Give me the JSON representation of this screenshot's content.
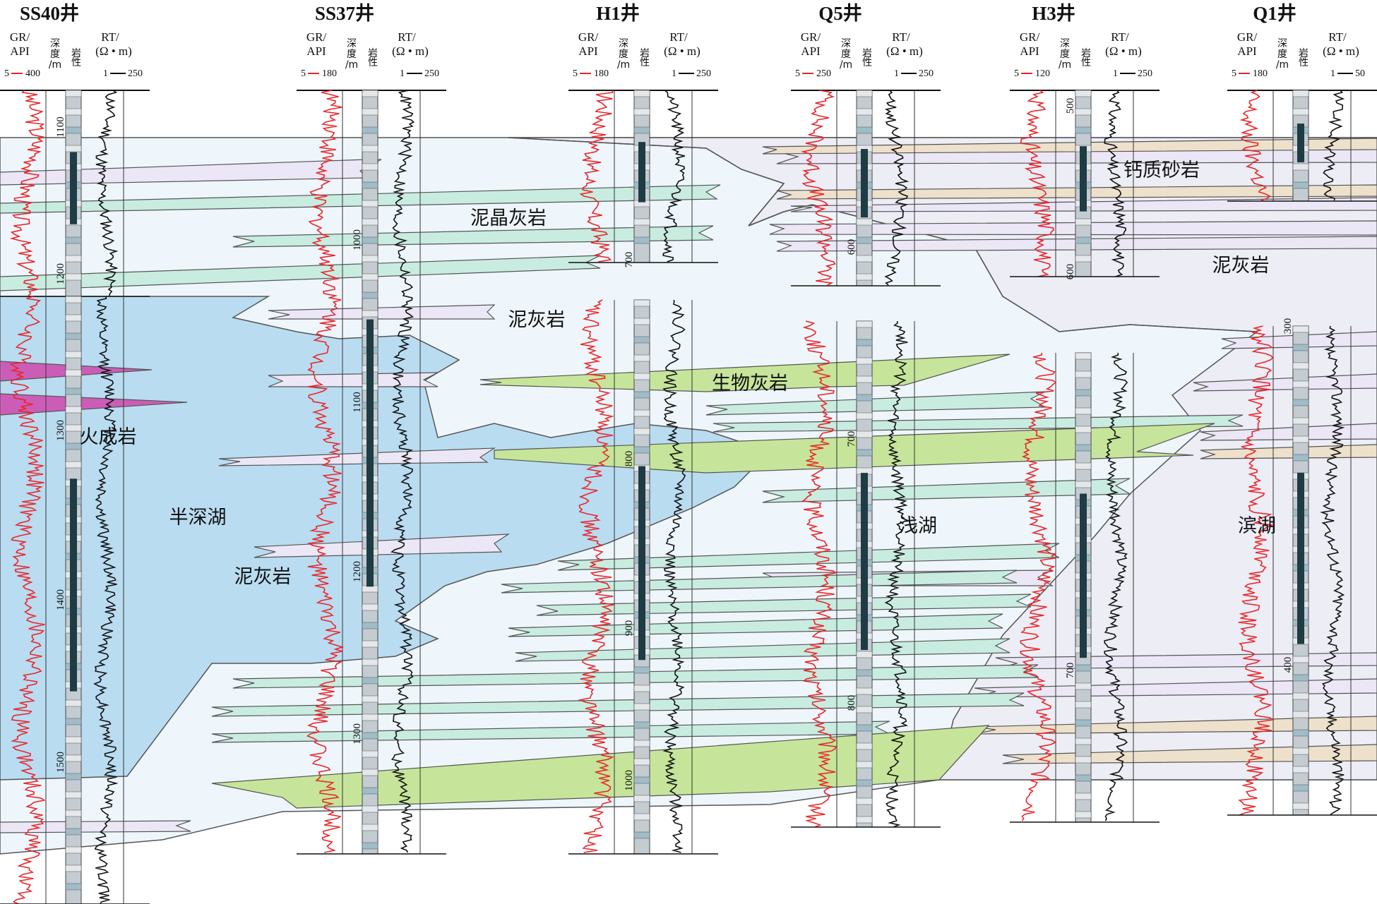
{
  "colors": {
    "deep_lake": "#b9dcf1",
    "shallow_lake": "#eef6fb",
    "shore_lake": "#ecedf5",
    "mud_limestone": "#ece7f6",
    "micrite": "#c9ece0",
    "bio_limestone": "#c6e59a",
    "calc_sandstone": "#ede1cc",
    "igneous": "#cc5db7",
    "gr_curve": "#e8262a",
    "rt_curve": "#111111",
    "column_core": "#1f3b44"
  },
  "headers": {
    "gr": "GR/",
    "api": "API",
    "rt": "RT/",
    "ohm": "(Ω • m)",
    "depth": [
      "深",
      "度",
      "/m"
    ],
    "litho": [
      "岩",
      "性"
    ],
    "rt_min": "1"
  },
  "wells": [
    {
      "name": "SS40井",
      "gr_min": "5",
      "gr_max": "400",
      "rt_max": "250",
      "depths": [
        "1100",
        "1200",
        "1300",
        "1400",
        "1500"
      ]
    },
    {
      "name": "SS37井",
      "gr_min": "5",
      "gr_max": "180",
      "rt_max": "250",
      "depths": [
        "1000",
        "1100",
        "1200",
        "1300"
      ]
    },
    {
      "name": "H1井",
      "gr_min": "5",
      "gr_max": "180",
      "rt_max": "250",
      "depths": [
        "700",
        "800",
        "900",
        "1000"
      ]
    },
    {
      "name": "Q5井",
      "gr_min": "5",
      "gr_max": "250",
      "rt_max": "250",
      "depths": [
        "600",
        "700",
        "800"
      ]
    },
    {
      "name": "H3井",
      "gr_min": "5",
      "gr_max": "120",
      "rt_max": "250",
      "depths": [
        "500",
        "600",
        "700"
      ]
    },
    {
      "name": "Q1井",
      "gr_min": "5",
      "gr_max": "180",
      "rt_max": "50",
      "depths": [
        "300",
        "400"
      ]
    }
  ],
  "labels": {
    "micrite": "泥晶灰岩",
    "mud_limestone_1": "泥灰岩",
    "mud_limestone_2": "泥灰岩",
    "mud_limestone_3": "泥灰岩",
    "bio_limestone": "生物灰岩",
    "calc_sandstone": "钙质砂岩",
    "igneous": "火成岩",
    "semi_deep_lake": "半深湖",
    "shallow_lake": "浅湖",
    "shore_lake": "滨湖"
  }
}
